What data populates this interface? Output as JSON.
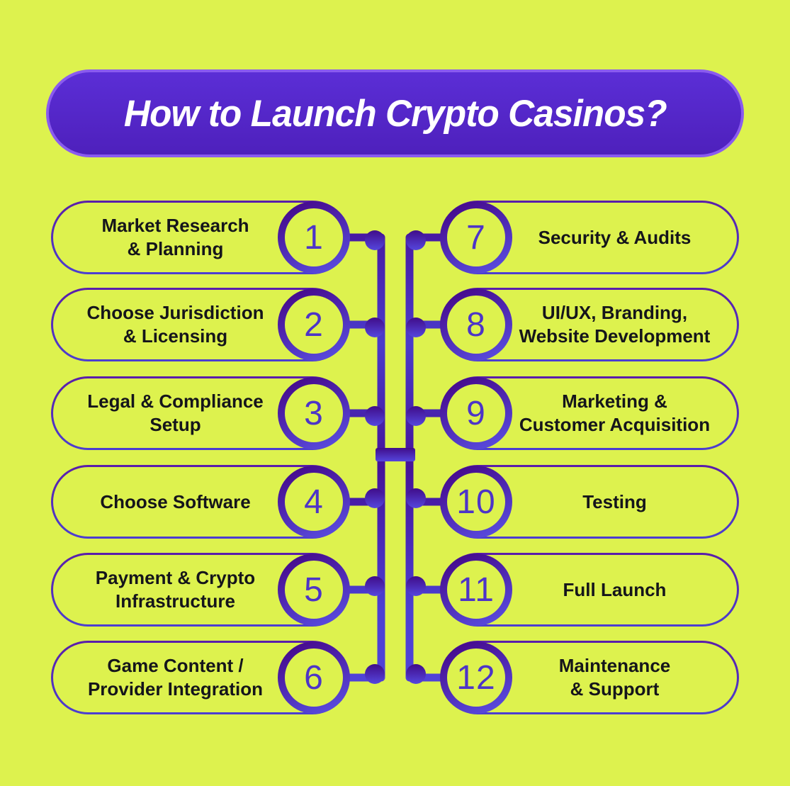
{
  "title": "How to Launch Crypto Casinos?",
  "steps_left": [
    {
      "number": "1",
      "label": "Market Research\n& Planning"
    },
    {
      "number": "2",
      "label": "Choose Jurisdiction\n& Licensing"
    },
    {
      "number": "3",
      "label": "Legal & Compliance\nSetup"
    },
    {
      "number": "4",
      "label": "Choose Software"
    },
    {
      "number": "5",
      "label": "Payment & Crypto\nInfrastructure"
    },
    {
      "number": "6",
      "label": "Game Content /\nProvider Integration"
    }
  ],
  "steps_right": [
    {
      "number": "7",
      "label": "Security & Audits"
    },
    {
      "number": "8",
      "label": "UI/UX, Branding,\nWebsite Development"
    },
    {
      "number": "9",
      "label": "Marketing &\nCustomer Acquisition"
    },
    {
      "number": "10",
      "label": "Testing"
    },
    {
      "number": "11",
      "label": "Full Launch"
    },
    {
      "number": "12",
      "label": "Maintenance\n& Support"
    }
  ],
  "colors": {
    "background": "#DDF24E",
    "purple_dark": "#470F96",
    "purple_light": "#5443DC",
    "header_fill": "#5227C9",
    "header_border": "#8A5BEE",
    "number_color": "#4D34C8",
    "text_color": "#15151B"
  }
}
